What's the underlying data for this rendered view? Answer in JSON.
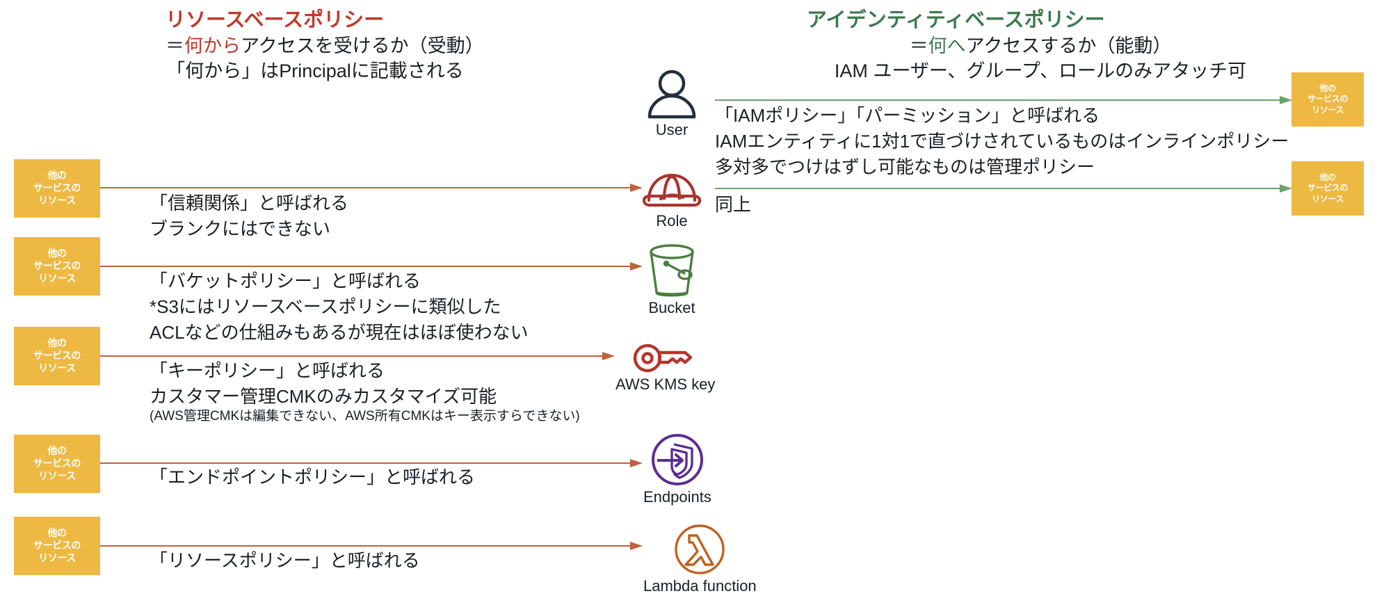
{
  "headings": {
    "left": {
      "title": "リソースベースポリシー",
      "line2_prefix": "＝",
      "line2_accent": "何から",
      "line2_rest": "アクセスを受けるか（受動）",
      "line3": "「何から」はPrincipalに記載される",
      "color": "#c0392b"
    },
    "right": {
      "title": "アイデンティティベースポリシー",
      "line2_prefix": "＝",
      "line2_accent": "何へ",
      "line2_rest": "アクセスするか（能動）",
      "line3": "IAM ユーザー、グループ、ロールのみアタッチ可",
      "color": "#3d7a4b"
    }
  },
  "resource_box": {
    "line1": "他の",
    "line2": "サービスの",
    "line3": "リソース",
    "fill": "#edb943",
    "text_color": "#ffffff"
  },
  "icons": [
    {
      "name": "user-icon",
      "caption": "User",
      "color": "#232f3e"
    },
    {
      "name": "role-hardhat-icon",
      "caption": "Role",
      "color": "#a8342f"
    },
    {
      "name": "s3-bucket-icon",
      "caption": "Bucket",
      "color": "#4a7f3f"
    },
    {
      "name": "kms-key-icon",
      "caption": "AWS KMS key",
      "color": "#b5352c"
    },
    {
      "name": "vpc-endpoints-icon",
      "caption": "Endpoints",
      "color": "#5b2d91"
    },
    {
      "name": "lambda-function-icon",
      "caption": "Lambda function",
      "color": "#c0601f"
    }
  ],
  "left_rows": [
    {
      "target": "Role",
      "arrow_color": "#c0603f",
      "lines": [
        "「信頼関係」と呼ばれる",
        "ブランクにはできない"
      ]
    },
    {
      "target": "Bucket",
      "arrow_color": "#c0603f",
      "lines": [
        "「バケットポリシー」と呼ばれる",
        "*S3にはリソースベースポリシーに類似した",
        "ACLなどの仕組みもあるが現在はほぼ使わない"
      ]
    },
    {
      "target": "AWS KMS key",
      "arrow_color": "#c0603f",
      "lines": [
        "「キーポリシー」と呼ばれる",
        "カスタマー管理CMKのみカスタマイズ可能"
      ],
      "small_line": "(AWS管理CMKは編集できない、AWS所有CMKはキー表示すらできない)"
    },
    {
      "target": "Endpoints",
      "arrow_color": "#c0603f",
      "lines": [
        "「エンドポイントポリシー」と呼ばれる"
      ]
    },
    {
      "target": "Lambda function",
      "arrow_color": "#c0603f",
      "lines": [
        "「リソースポリシー」と呼ばれる"
      ]
    }
  ],
  "right_rows": [
    {
      "source": "User",
      "arrow_color": "#6ba368",
      "lines": [
        "「IAMポリシー」「パーミッション」と呼ばれる",
        "IAMエンティティに1対1で直づけされているものはインラインポリシー",
        "多対多でつけはずし可能なものは管理ポリシー"
      ]
    },
    {
      "source": "Role",
      "arrow_color": "#6ba368",
      "lines": [
        "同上"
      ]
    }
  ]
}
